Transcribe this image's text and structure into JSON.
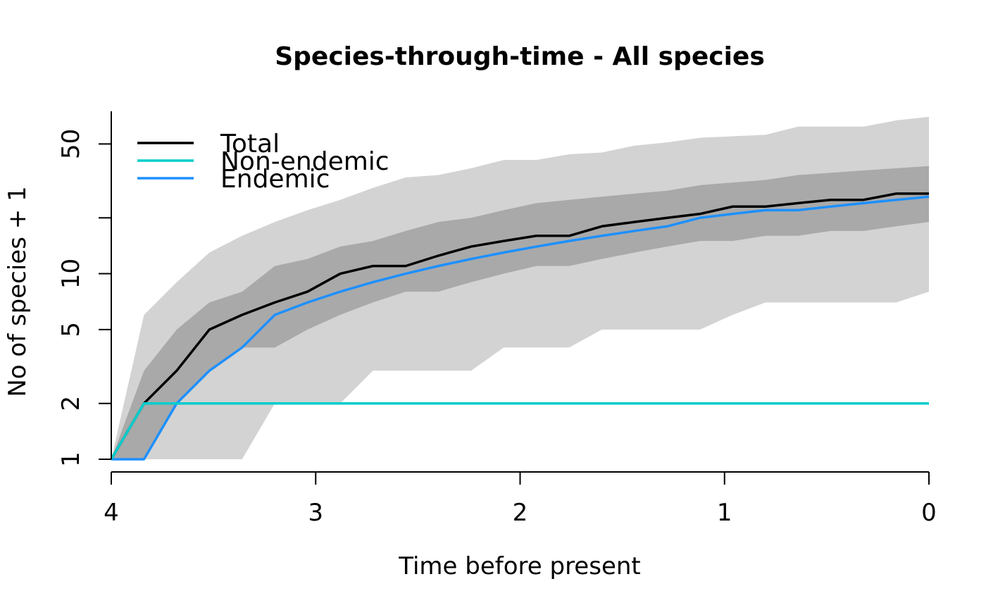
{
  "chart_data": {
    "type": "line",
    "title": "Species-through-time - All species",
    "xlabel": "Time before present",
    "ylabel": "No of species + 1",
    "xlim": [
      4,
      0
    ],
    "ylim": [
      1,
      75
    ],
    "y_scale": "log",
    "x_ticks": [
      "4",
      "3",
      "2",
      "1",
      "0"
    ],
    "y_ticks": [
      "1",
      "2",
      "5",
      "10",
      "50"
    ],
    "y_minor_ticks": [
      20
    ],
    "grid": false,
    "legend_position": "top-left",
    "x": [
      4.0,
      3.84,
      3.68,
      3.52,
      3.36,
      3.2,
      3.04,
      2.88,
      2.72,
      2.56,
      2.4,
      2.24,
      2.08,
      1.92,
      1.76,
      1.6,
      1.44,
      1.28,
      1.12,
      0.96,
      0.8,
      0.64,
      0.48,
      0.32,
      0.16,
      0.0
    ],
    "bands": [
      {
        "color": "#d3d3d3",
        "lower": [
          1,
          1,
          1,
          1,
          1,
          2,
          2,
          2,
          3,
          3,
          3,
          3,
          4,
          4,
          4,
          5,
          5,
          5,
          5,
          6,
          7,
          7,
          7,
          7,
          7,
          8
        ],
        "upper": [
          1,
          6,
          9,
          13,
          16,
          19,
          22,
          25,
          29,
          33,
          34,
          37,
          41,
          41,
          44,
          45,
          49,
          51,
          54,
          55,
          56,
          62,
          62,
          62,
          67,
          70
        ]
      },
      {
        "color": "#a9a9a9",
        "lower": [
          1,
          1,
          2,
          3,
          4,
          4,
          5,
          6,
          7,
          8,
          8,
          9,
          10,
          11,
          11,
          12,
          13,
          14,
          15,
          15,
          16,
          16,
          17,
          17,
          18,
          19
        ],
        "upper": [
          1,
          3,
          5,
          7,
          8,
          11,
          12,
          14,
          15,
          17,
          19,
          20,
          22,
          24,
          25,
          26,
          27,
          28,
          30,
          31,
          32,
          34,
          35,
          36,
          37,
          38
        ]
      }
    ],
    "series": [
      {
        "name": "Total",
        "color": "#000000",
        "values": [
          1,
          2,
          3,
          5,
          6,
          7,
          8,
          10,
          11,
          11,
          12.5,
          14,
          15,
          16,
          16,
          18,
          19,
          20,
          21,
          23,
          23,
          24,
          25,
          25,
          27,
          27
        ]
      },
      {
        "name": "Non-endemic",
        "color": "#00cdcd",
        "values": [
          1,
          2,
          2,
          2,
          2,
          2,
          2,
          2,
          2,
          2,
          2,
          2,
          2,
          2,
          2,
          2,
          2,
          2,
          2,
          2,
          2,
          2,
          2,
          2,
          2,
          2
        ]
      },
      {
        "name": "Endemic",
        "color": "#1e90ff",
        "values": [
          1,
          1,
          2,
          3,
          4,
          6,
          7,
          8,
          9,
          10,
          11,
          12,
          13,
          14,
          15,
          16,
          17,
          18,
          20,
          21,
          22,
          22,
          23,
          24,
          25,
          26
        ]
      }
    ]
  }
}
